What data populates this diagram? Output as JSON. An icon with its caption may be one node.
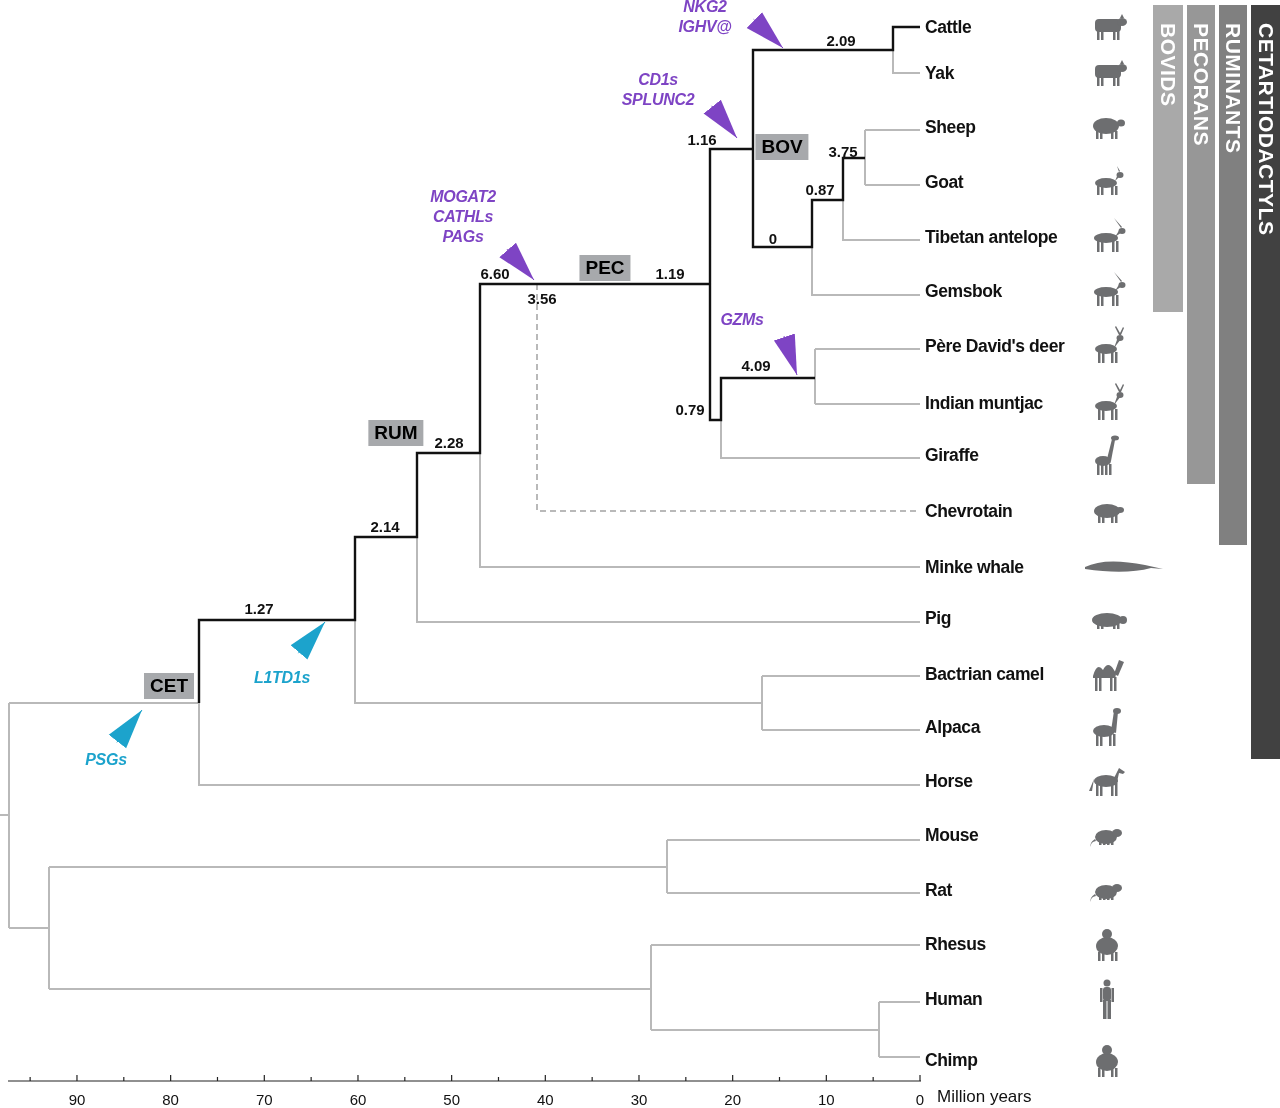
{
  "diagram": {
    "nodes": [
      {
        "text": [
          "NKG2",
          "IGHV@"
        ]
      },
      {
        "text": [
          "CD1s",
          "SPLUNC2"
        ]
      },
      {
        "text": [
          "BOV"
        ]
      },
      {
        "text": [
          "MOGAT2",
          "CATHLs",
          "PAGs"
        ]
      },
      {
        "text": [
          "PEC"
        ]
      },
      {
        "text": [
          "GZMs"
        ]
      },
      {
        "text": [
          "RUM"
        ]
      },
      {
        "text": [
          "L1TD1s"
        ]
      },
      {
        "text": [
          "CET"
        ]
      },
      {
        "text": [
          "PSGs"
        ]
      },
      {
        "text": [
          "BOVIDS"
        ]
      },
      {
        "text": [
          "PECORANS"
        ]
      },
      {
        "text": [
          "RUMINANTS"
        ]
      },
      {
        "text": [
          "CETARTIODACTYLS"
        ]
      },
      {
        "text": [
          "3.56"
        ]
      }
    ],
    "edges": [
      {
        "from": 0,
        "to": null,
        "arrow": "to"
      },
      {
        "from": 1,
        "to": 2,
        "arrow": "to"
      },
      {
        "from": 3,
        "to": 14,
        "arrow": "to"
      },
      {
        "from": 5,
        "to": null,
        "arrow": "to"
      },
      {
        "from": 7,
        "to": null,
        "arrow": "to",
        "color": "#1ca3cc"
      },
      {
        "from": 9,
        "to": 8,
        "arrow": "to",
        "color": "#1ca3cc"
      }
    ],
    "labels": [
      "2.09",
      "1.16",
      "3.75",
      "0.87",
      "0",
      "6.60",
      "1.19",
      "4.09",
      "0.79",
      "2.28",
      "2.14",
      "1.27",
      "Cattle",
      "Yak",
      "Sheep",
      "Goat",
      "Tibetan antelope",
      "Gemsbok",
      "Père David's deer",
      "Indian muntjac",
      "Giraffe",
      "Chevrotain",
      "Minke whale",
      "Pig",
      "Bactrian camel",
      "Alpaca",
      "Horse",
      "Mouse",
      "Rat",
      "Rhesus",
      "Human",
      "Chimp",
      "90",
      "80",
      "70",
      "60",
      "50",
      "40",
      "30",
      "20",
      "10",
      "0",
      "Million years"
    ]
  }
}
